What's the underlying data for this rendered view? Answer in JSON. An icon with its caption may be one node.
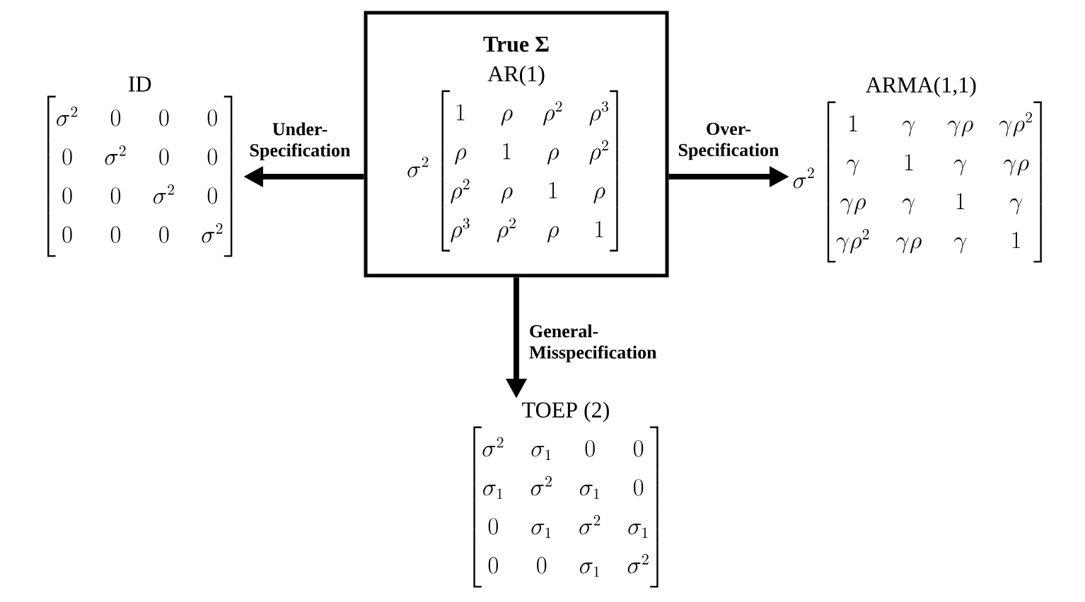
{
  "diagram": {
    "nodes": [
      {
        "text": [
          "True Σ",
          "AR(1)",
          "\\sigma^2\\begin{bmatrix} 1 & \\rho & \\rho^2 & \\rho^3 \\\\ \\rho & 1 & \\rho & \\rho^2 \\\\ \\rho^2 & \\rho & 1 & \\rho \\\\ \\rho^3 & \\rho^2 & \\rho & 1 \\end{bmatrix}"
        ]
      },
      {
        "text": [
          "ID",
          "\\begin{bmatrix} \\sigma^2 & 0 & 0 & 0 \\\\ 0 & \\sigma^2 & 0 & 0 \\\\ 0 & 0 & \\sigma^2 & 0 \\\\ 0 & 0 & 0 & \\sigma^2 \\end{bmatrix}"
        ]
      },
      {
        "text": [
          "ARMA(1,1)",
          "\\sigma^2\\begin{bmatrix} 1 & \\gamma & \\gamma\\rho & \\gamma\\rho^2 \\\\ \\gamma & 1 & \\gamma & \\gamma\\rho \\\\ \\gamma\\rho & \\gamma & 1 & \\gamma \\\\ \\gamma\\rho^2 & \\gamma\\rho & \\gamma & 1 \\end{bmatrix}"
        ]
      },
      {
        "text": [
          "TOEP (2)",
          "\\begin{bmatrix} \\sigma^2 & \\sigma_1 & 0 & 0 \\\\ \\sigma_1 & \\sigma^2 & \\sigma_1 & 0 \\\\ 0 & \\sigma_1 & \\sigma^2 & \\sigma_1 \\\\ 0 & 0 & \\sigma_1 & \\sigma^2 \\end{bmatrix}"
        ]
      }
    ],
    "edges": [
      {
        "from": 0,
        "to": 1,
        "arrow": "to",
        "label": "Under-Specification"
      },
      {
        "from": 0,
        "to": 2,
        "arrow": "to",
        "label": "Over-Specification"
      },
      {
        "from": 0,
        "to": 3,
        "arrow": "to",
        "label": "General-Misspecification"
      }
    ]
  }
}
